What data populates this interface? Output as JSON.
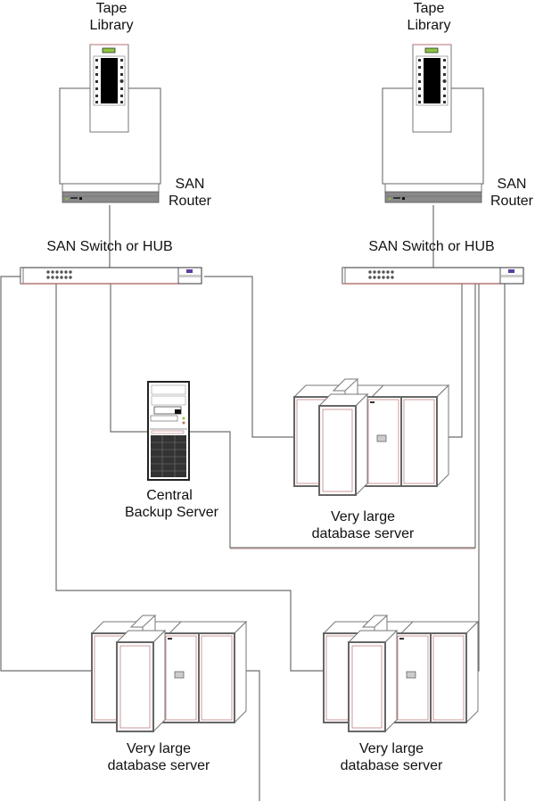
{
  "diagram": {
    "type": "SAN backup topology",
    "colors": {
      "line": "#6e6e6e",
      "accent_red": "#b97070",
      "tape_display": "#8cc63f",
      "switch_badge": "#5a3fa0",
      "tape_slot": "#000000"
    },
    "nodes": {
      "tape_library_left": {
        "label_line1": "Tape",
        "label_line2": "Library"
      },
      "tape_library_right": {
        "label_line1": "Tape",
        "label_line2": "Library"
      },
      "san_router_left": {
        "label_line1": "SAN",
        "label_line2": "Router"
      },
      "san_router_right": {
        "label_line1": "SAN",
        "label_line2": "Router"
      },
      "san_switch_left": {
        "label": "SAN Switch or HUB"
      },
      "san_switch_right": {
        "label": "SAN Switch or HUB"
      },
      "backup_server": {
        "label_line1": "Central",
        "label_line2": "Backup Server"
      },
      "db_server_mid": {
        "label_line1": "Very large",
        "label_line2": "database server"
      },
      "db_server_bottom_left": {
        "label_line1": "Very large",
        "label_line2": "database server"
      },
      "db_server_bottom_right": {
        "label_line1": "Very large",
        "label_line2": "database server"
      }
    },
    "connections": [
      [
        "san_router_left",
        "san_switch_left"
      ],
      [
        "san_router_right",
        "san_switch_right"
      ],
      [
        "san_switch_left",
        "backup_server"
      ],
      [
        "san_switch_left",
        "db_server_mid"
      ],
      [
        "san_switch_left",
        "db_server_bottom_left"
      ],
      [
        "san_switch_left",
        "db_server_bottom_right"
      ],
      [
        "san_switch_right",
        "db_server_mid"
      ],
      [
        "san_switch_right",
        "backup_server"
      ],
      [
        "san_switch_right",
        "db_server_bottom_right"
      ],
      [
        "san_switch_right",
        "db_server_bottom_left"
      ]
    ]
  }
}
